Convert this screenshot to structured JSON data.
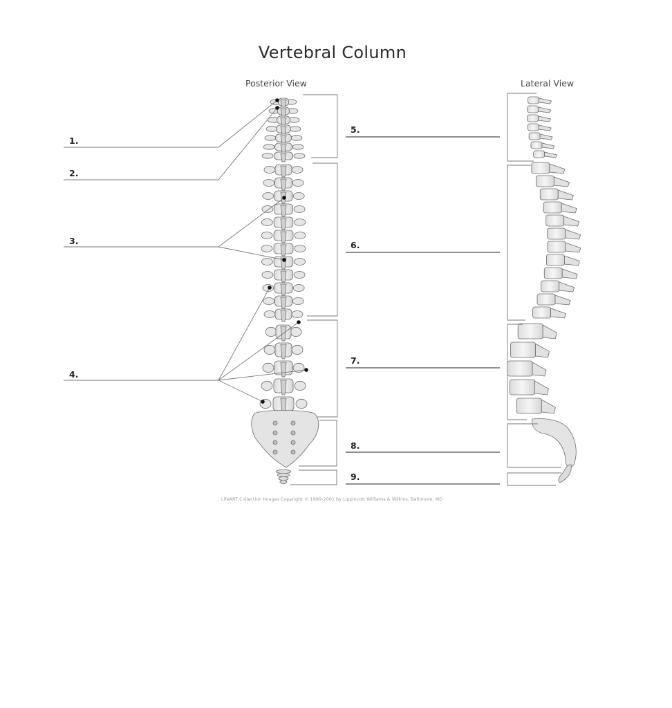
{
  "title": "Vertebral Column",
  "views": {
    "posterior": "Posterior View",
    "lateral": "Lateral View"
  },
  "labels": [
    "1.",
    "2.",
    "3.",
    "4.",
    "5.",
    "6.",
    "7.",
    "8.",
    "9."
  ],
  "copyright": "LifeART Collection Images Copyright © 1989-2001 by Lippincott Williams & Wilkins, Baltimore, MD"
}
